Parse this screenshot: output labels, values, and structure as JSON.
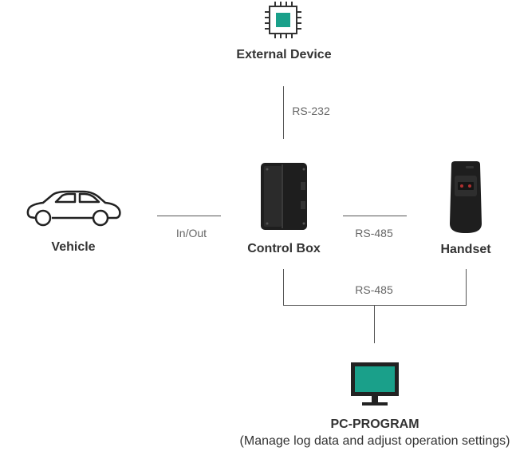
{
  "nodes": {
    "external_device": {
      "label": "External Device",
      "icon": "chip-icon"
    },
    "vehicle": {
      "label": "Vehicle",
      "icon": "car-icon"
    },
    "control_box": {
      "label": "Control Box",
      "icon": "control-box-icon"
    },
    "handset": {
      "label": "Handset",
      "icon": "handset-icon"
    },
    "pc_program": {
      "label": "PC-PROGRAM",
      "sublabel": "(Manage log data and adjust operation settings)",
      "icon": "monitor-icon"
    }
  },
  "connections": {
    "external_to_control": "RS-232",
    "vehicle_to_control": "In/Out",
    "control_to_handset": "RS-485",
    "to_pc": "RS-485"
  },
  "colors": {
    "accent": "#1aa08a",
    "line": "#555555",
    "device": "#1e1e1e"
  }
}
